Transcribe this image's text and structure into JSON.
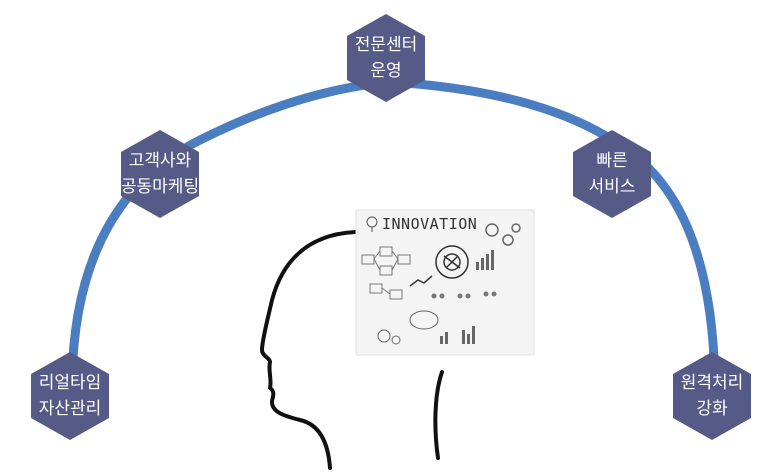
{
  "nodes": [
    {
      "line1": "리얼타임",
      "line2": "자산관리"
    },
    {
      "line1": "고객사와",
      "line2": "공동마케팅"
    },
    {
      "line1": "전문센터",
      "line2": "운영"
    },
    {
      "line1": "빠른",
      "line2": "서비스"
    },
    {
      "line1": "원격처리",
      "line2": "강화"
    }
  ],
  "innovation": {
    "title": "INNOVATION"
  },
  "colors": {
    "hex_fill": "#555a86",
    "arc": "#4a7ec0",
    "head_line": "#111111"
  }
}
